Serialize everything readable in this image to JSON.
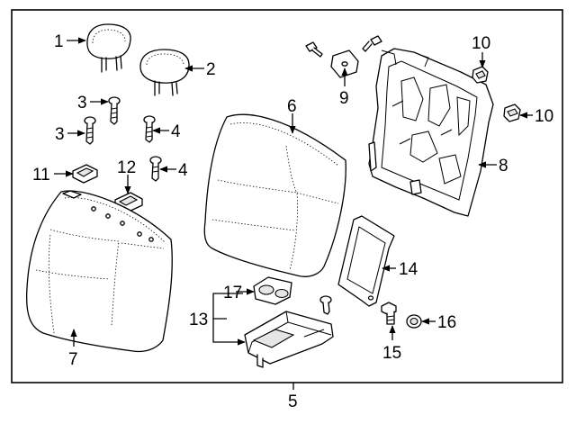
{
  "callouts": {
    "c1": "1",
    "c2": "2",
    "c3a": "3",
    "c3b": "3",
    "c4a": "4",
    "c4b": "4",
    "c5": "5",
    "c6": "6",
    "c7": "7",
    "c8": "8",
    "c9": "9",
    "c10a": "10",
    "c10b": "10",
    "c11": "11",
    "c12": "12",
    "c13": "13",
    "c14": "14",
    "c15": "15",
    "c16": "16",
    "c17": "17"
  }
}
